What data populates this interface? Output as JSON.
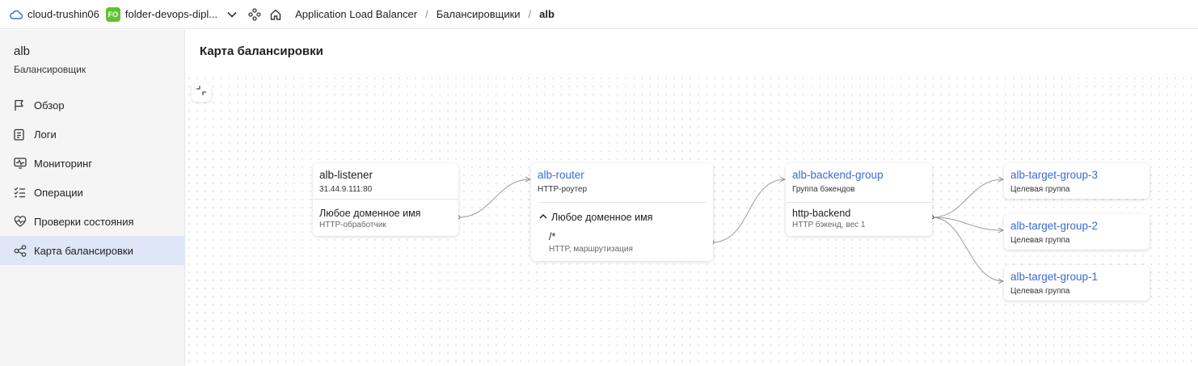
{
  "topbar": {
    "cloud": "cloud-trushin06",
    "folder_badge": "FO",
    "folder": "folder-devops-dipl...",
    "breadcrumbs": [
      "Application Load Balancer",
      "Балансировщики",
      "alb"
    ],
    "separator": "/"
  },
  "sidebar": {
    "title": "alb",
    "subtitle": "Балансировщик",
    "items": [
      {
        "label": "Обзор",
        "icon": "flag-icon"
      },
      {
        "label": "Логи",
        "icon": "logs-icon"
      },
      {
        "label": "Мониторинг",
        "icon": "monitoring-icon"
      },
      {
        "label": "Операции",
        "icon": "operations-icon"
      },
      {
        "label": "Проверки состояния",
        "icon": "health-icon"
      },
      {
        "label": "Карта балансировки",
        "icon": "map-icon",
        "active": true
      }
    ]
  },
  "main": {
    "title": "Карта балансировки",
    "collapse_icon": "collapse-icon"
  },
  "map": {
    "listener": {
      "title": "alb-listener",
      "subtitle": "31.44.9.111:80",
      "handler_title": "Любое доменное имя",
      "handler_sub": "HTTP-обработчик"
    },
    "router": {
      "title": "alb-router",
      "subtitle": "HTTP-роутер",
      "host": "Любое доменное имя",
      "route": "/*",
      "route_sub": "HTTP, маршрутизация"
    },
    "backend_group": {
      "title": "alb-backend-group",
      "subtitle": "Группа бэкендов",
      "backend_title": "http-backend",
      "backend_sub": "HTTP бэкенд, вес 1"
    },
    "targets": [
      {
        "title": "alb-target-group-3",
        "subtitle": "Целевая группа"
      },
      {
        "title": "alb-target-group-2",
        "subtitle": "Целевая группа"
      },
      {
        "title": "alb-target-group-1",
        "subtitle": "Целевая группа"
      }
    ],
    "colors": {
      "link": "#3a6bd4",
      "active_bg": "#dfe6f8",
      "folder_badge": "#5fc42e"
    }
  }
}
